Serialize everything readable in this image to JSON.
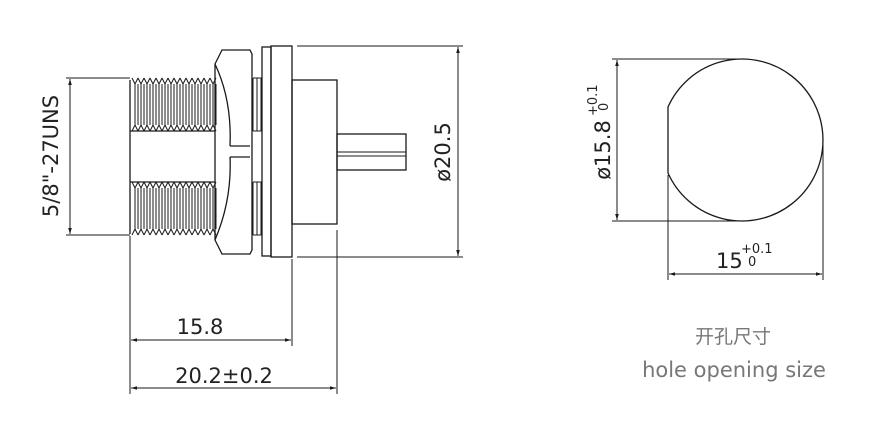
{
  "drawing": {
    "thread_spec": "5/8\"-27UNS",
    "flange_diameter": "ø20.5",
    "length_inner": "15.8",
    "length_total": "20.2±0.2"
  },
  "hole": {
    "diameter": "ø15.8",
    "diameter_tol_upper": "+0.1",
    "diameter_tol_lower": "0",
    "width": "15",
    "width_tol_upper": "+0.1",
    "width_tol_lower": "0",
    "caption_cn": "开孔尺寸",
    "caption_en": "hole opening size"
  }
}
